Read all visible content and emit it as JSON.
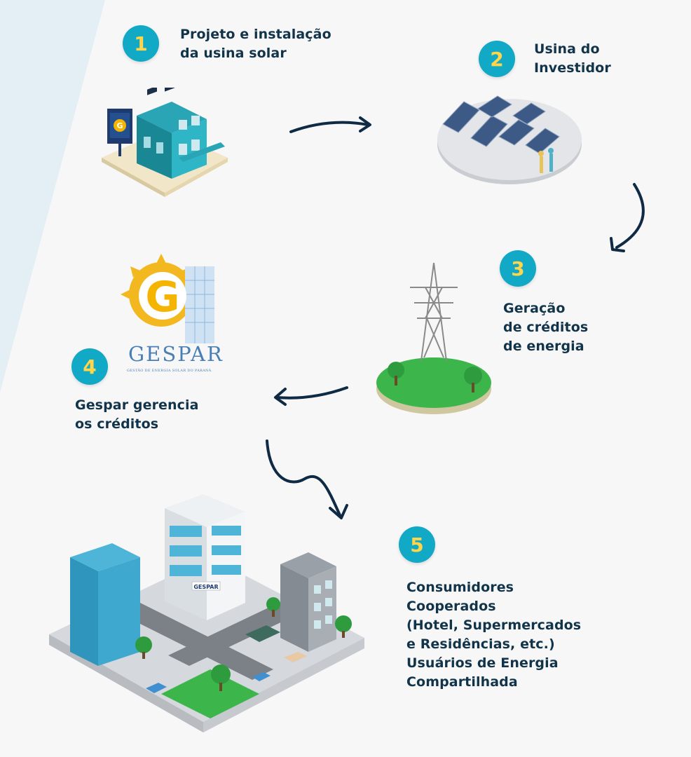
{
  "steps": [
    {
      "number": "1",
      "label": "Projeto e instalação\nda usina solar"
    },
    {
      "number": "2",
      "label": "Usina do\nInvestidor"
    },
    {
      "number": "3",
      "label": "Geração\nde créditos\nde energia"
    },
    {
      "number": "4",
      "label": "Gespar gerencia\nos créditos"
    },
    {
      "number": "5",
      "label": "Consumidores\nCooperados\n(Hotel, Supermercados\ne Residências, etc.)\nUsuários de Energia\nCompartilhada"
    }
  ],
  "logo": {
    "name": "GESPAR",
    "tagline": "GESTÃO DE ENERGIA SOLAR DO PARANÁ"
  },
  "building_sign": "GESPAR",
  "colors": {
    "badge_bg": "#12a9c6",
    "badge_text": "#ffd54a",
    "text": "#12344a",
    "arrow": "#0f2a44"
  }
}
